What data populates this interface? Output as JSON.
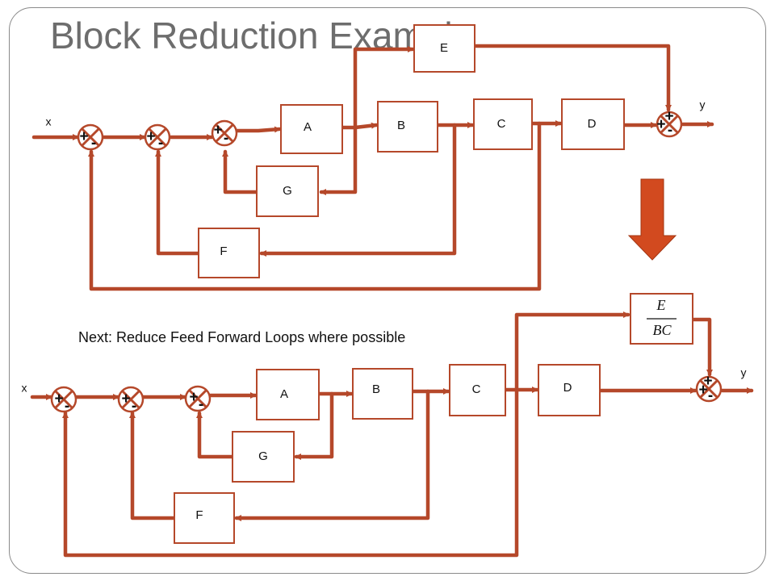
{
  "title": "Block Reduction Example",
  "top_diagram": {
    "input": "x",
    "output": "y",
    "blocks": {
      "A": "A",
      "B": "B",
      "C": "C",
      "D": "D",
      "E": "E",
      "F": "F",
      "G": "G"
    },
    "sj1": {
      "a": "+",
      "b": "-"
    },
    "sj2": {
      "a": "+",
      "b": "-"
    },
    "sj3": {
      "a": "+",
      "b": "-"
    },
    "sj_out": {
      "a": "+",
      "b": "+",
      "c": "-"
    }
  },
  "note": "Next: Reduce Feed Forward Loops where possible",
  "bottom_diagram": {
    "input": "x",
    "output": "y",
    "blocks": {
      "A": "A",
      "B": "B",
      "C": "C",
      "D": "D",
      "F": "F",
      "G": "G"
    },
    "ratio_block": {
      "numerator": "E",
      "denominator": "BC"
    },
    "sj1": {
      "a": "+",
      "b": "-"
    },
    "sj2": {
      "a": "+",
      "b": "-"
    },
    "sj3": {
      "a": "+",
      "b": "-"
    },
    "sj_out": {
      "a": "+",
      "b": "+",
      "c": "-"
    }
  },
  "colors": {
    "line": "#b5482a",
    "arrow": "#d24a1f",
    "title": "#6d6d6d"
  }
}
